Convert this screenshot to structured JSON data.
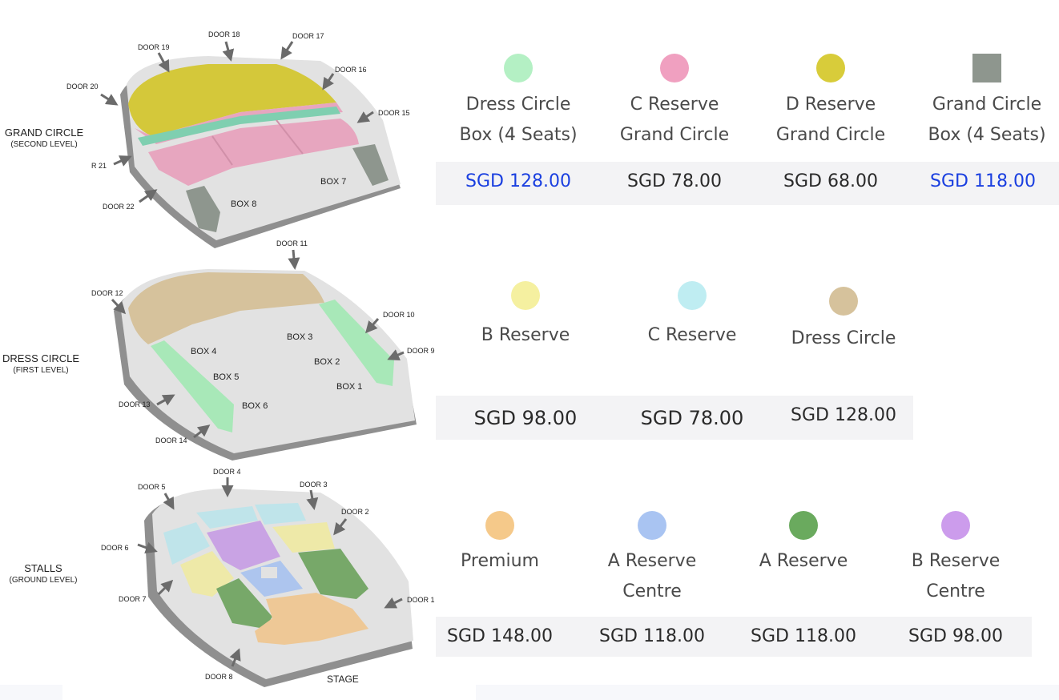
{
  "map": {
    "grand_circle": {
      "label": "GRAND CIRCLE",
      "sub": "(SECOND LEVEL)",
      "doors": [
        "DOOR 19",
        "DOOR 18",
        "DOOR 17",
        "DOOR 16",
        "DOOR 15",
        "DOOR 20",
        "R 21",
        "DOOR 22"
      ],
      "boxes": [
        "BOX 7",
        "BOX 8"
      ]
    },
    "dress_circle": {
      "label": "DRESS CIRCLE",
      "sub": "(FIRST LEVEL)",
      "doors": [
        "DOOR 11",
        "DOOR 12",
        "DOOR 10",
        "DOOR 9",
        "DOOR 13",
        "DOOR 14"
      ],
      "boxes": [
        "BOX 3",
        "BOX 4",
        "BOX 2",
        "BOX 5",
        "BOX 1",
        "BOX 6"
      ]
    },
    "stalls": {
      "label": "STALLS",
      "sub": "(GROUND LEVEL)",
      "doors": [
        "DOOR 4",
        "DOOR 5",
        "DOOR 3",
        "DOOR 2",
        "DOOR 6",
        "DOOR 7",
        "DOOR 1",
        "DOOR 8"
      ],
      "stage": "STAGE"
    }
  },
  "tiers": {
    "row1": [
      {
        "name_line1": "Dress Circle",
        "name_line2": "Box (4 Seats)",
        "price": "SGD 128.00",
        "color": "#b4f0c4",
        "price_color": "#1a3fe0",
        "shape": "circle"
      },
      {
        "name_line1": "C Reserve",
        "name_line2": "Grand Circle",
        "price": "SGD 78.00",
        "color": "#f0a0c0",
        "price_color": "#2a2a2a",
        "shape": "circle"
      },
      {
        "name_line1": "D Reserve",
        "name_line2": "Grand Circle",
        "price": "SGD 68.00",
        "color": "#d8cc3a",
        "price_color": "#2a2a2a",
        "shape": "circle"
      },
      {
        "name_line1": "Grand Circle",
        "name_line2": "Box (4 Seats)",
        "price": "SGD 118.00",
        "color": "#8e968e",
        "price_color": "#1a3fe0",
        "shape": "square"
      }
    ],
    "row2": [
      {
        "name": "B Reserve",
        "price": "SGD 98.00",
        "color": "#f5f0a0"
      },
      {
        "name": "C Reserve",
        "price": "SGD 78.00",
        "color": "#bfedf2"
      },
      {
        "name": "Dress Circle",
        "price": "SGD 128.00",
        "color": "#d6c29c"
      }
    ],
    "row3": [
      {
        "name_line1": "Premium",
        "name_line2": "",
        "price": "SGD 148.00",
        "color": "#f5c98a"
      },
      {
        "name_line1": "A Reserve",
        "name_line2": "Centre",
        "price": "SGD 118.00",
        "color": "#a9c4f2"
      },
      {
        "name_line1": "A Reserve",
        "name_line2": "",
        "price": "SGD 118.00",
        "color": "#6aaa5e"
      },
      {
        "name_line1": "B Reserve",
        "name_line2": "Centre",
        "price": "SGD 98.00",
        "color": "#cc9cec"
      }
    ]
  }
}
